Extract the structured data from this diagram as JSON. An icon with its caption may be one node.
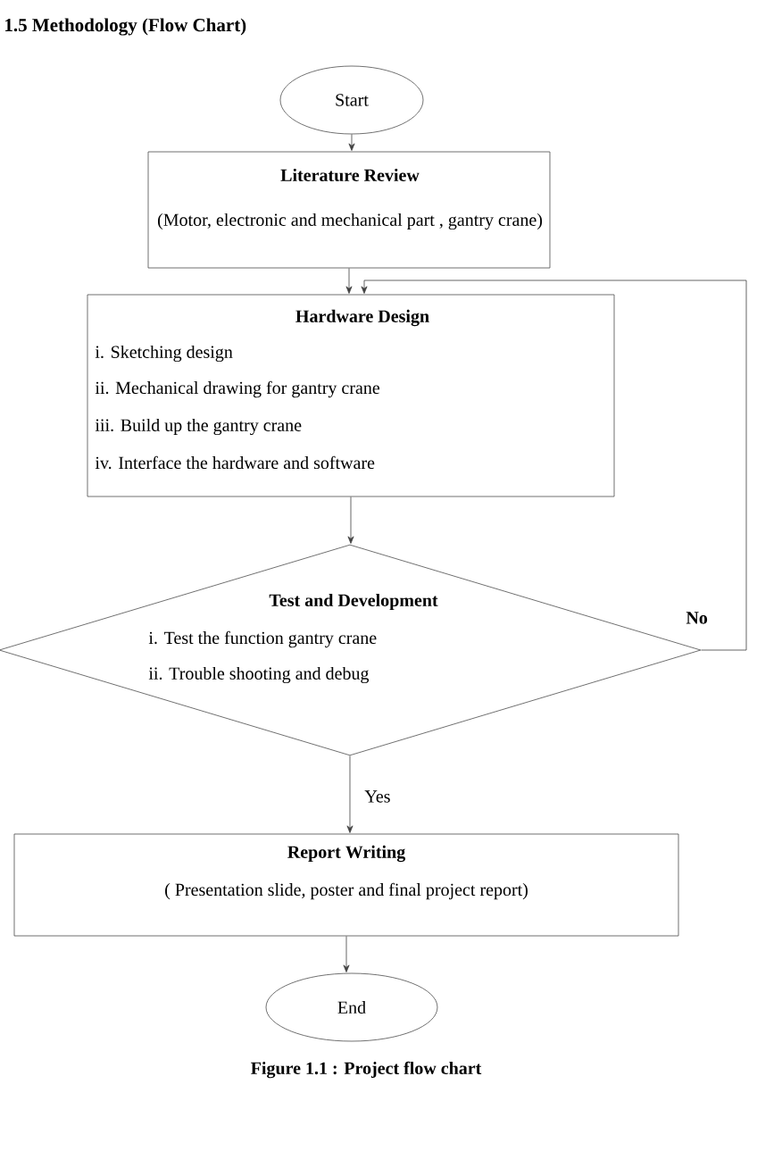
{
  "diagram": {
    "title": "1.5 Methodology (Flow Chart)",
    "caption": "Figure 1.1 : Project flow chart",
    "nodes": [
      {
        "text": [
          "Start"
        ]
      },
      {
        "text": [
          "Literature Review",
          "(Motor, electronic and mechanical part , gantry crane)"
        ]
      },
      {
        "text": [
          "Hardware Design",
          "i. Sketching design",
          "ii. Mechanical drawing for gantry crane",
          "iii. Build up the gantry crane",
          "iv. Interface the hardware and software"
        ]
      },
      {
        "text": [
          "Test and Development",
          "i. Test the function gantry crane",
          "ii. Trouble shooting and debug"
        ]
      },
      {
        "text": [
          "Report Writing",
          "( Presentation slide, poster and final project report)"
        ]
      },
      {
        "text": [
          "End"
        ]
      }
    ],
    "edges": [
      {
        "from": 0,
        "to": 1,
        "arrow": "to"
      },
      {
        "from": 1,
        "to": 2,
        "arrow": "to"
      },
      {
        "from": 2,
        "to": 3,
        "arrow": "to"
      },
      {
        "from": 3,
        "to": 4,
        "arrow": "to",
        "label": "Yes"
      },
      {
        "from": 4,
        "to": 5,
        "arrow": "to"
      },
      {
        "from": 3,
        "to": 2,
        "arrow": "to",
        "label": "No"
      }
    ]
  }
}
